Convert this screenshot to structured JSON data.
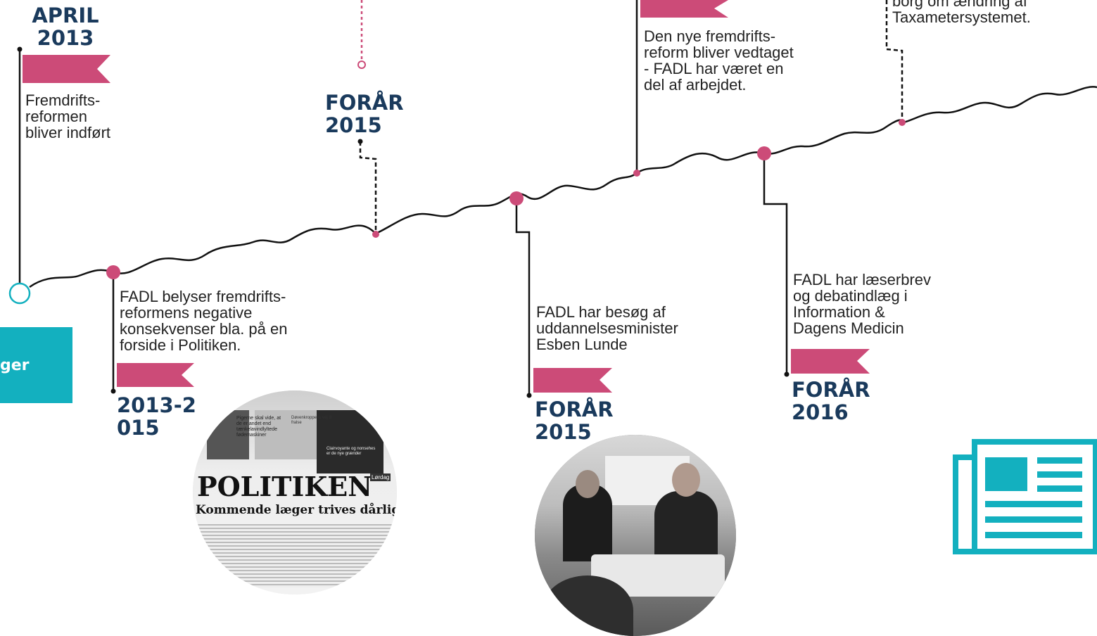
{
  "colors": {
    "pink": "#cc4b78",
    "navy": "#1a3a5c",
    "teal": "#13b0bf",
    "line": "#111111"
  },
  "teal_box": {
    "label": "ger"
  },
  "events": [
    {
      "id": "april2013",
      "date_line1": "APRIL",
      "date_line2": "2013",
      "text": [
        "Fremdrifts-",
        "reformen",
        "bliver indført"
      ]
    },
    {
      "id": "forar2015a",
      "date_line1": "FORÅR",
      "date_line2": "2015"
    },
    {
      "id": "top-middle",
      "text": [
        "Den nye fremdrifts-",
        "reform bliver vedtaget",
        "- FADL har været en",
        "del af arbejdet."
      ]
    },
    {
      "id": "top-right",
      "text": [
        "borg om ændring af",
        "Taxametersystemet."
      ]
    },
    {
      "id": "2013-2015",
      "date_line1": "2013-2",
      "date_line2": "015",
      "text": [
        "FADL belyser fremdrifts-",
        "reformens negative",
        "konsekvenser bla. på en",
        "forside i Politiken."
      ]
    },
    {
      "id": "forar2015b",
      "date_line1": "FORÅR",
      "date_line2": "2015",
      "text": [
        "FADL har besøg af",
        "uddannelsesminister",
        "Esben Lunde"
      ]
    },
    {
      "id": "forar2016",
      "date_line1": "FORÅR",
      "date_line2": "2016",
      "text": [
        "FADL har læserbrev",
        "og debatindlæg i",
        "Information &",
        "Dagens Medicin"
      ]
    }
  ],
  "newspaper": {
    "masthead": "POLITIKEN",
    "day": "Lørdag",
    "headline": "Kommende læger trives dårligt",
    "top_snippet": "Pigerne skal vide, at de er andet end tænkelavindlyltede fødemaskiner",
    "snippet2": "Døvenkroppens vej til fralse",
    "snippet3": "Clairvoyante og nonsehes er de nye grænder"
  },
  "icons": {
    "newspaper_icon": "newspaper-icon"
  }
}
